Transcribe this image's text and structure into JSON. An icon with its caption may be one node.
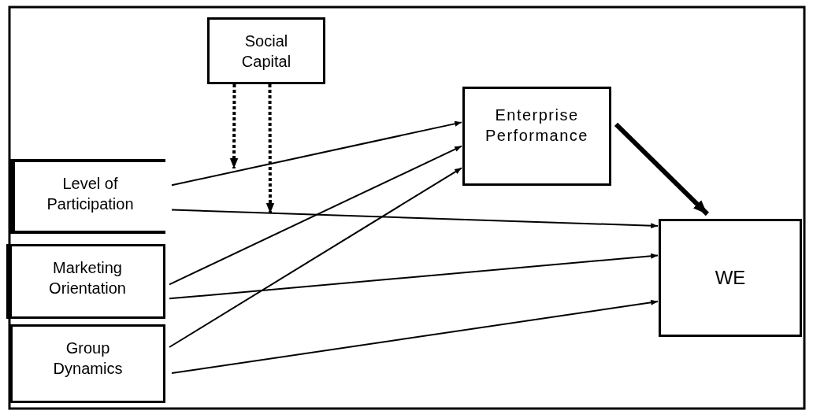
{
  "diagram": {
    "nodes": [
      {
        "text": [
          "Social Capital"
        ]
      },
      {
        "text": [
          "Level of Participation"
        ]
      },
      {
        "text": [
          "Marketing Orientation"
        ]
      },
      {
        "text": [
          "Group Dynamics"
        ]
      },
      {
        "text": [
          "Enterprise Performance"
        ]
      },
      {
        "text": [
          "WE"
        ]
      }
    ],
    "edges": [
      {
        "from": 1,
        "to": 4,
        "arrow": "to"
      },
      {
        "from": 1,
        "to": 5,
        "arrow": "to"
      },
      {
        "from": 2,
        "to": 4,
        "arrow": "to"
      },
      {
        "from": 2,
        "to": 5,
        "arrow": "to"
      },
      {
        "from": 3,
        "to": 4,
        "arrow": "to"
      },
      {
        "from": 3,
        "to": 5,
        "arrow": "to"
      },
      {
        "from": 4,
        "to": 5,
        "arrow": "to",
        "style": "thick"
      },
      {
        "from": 0,
        "to": null,
        "arrow": "to",
        "style": "dashed"
      },
      {
        "from": 0,
        "to": null,
        "arrow": "to",
        "style": "dashed"
      }
    ]
  }
}
